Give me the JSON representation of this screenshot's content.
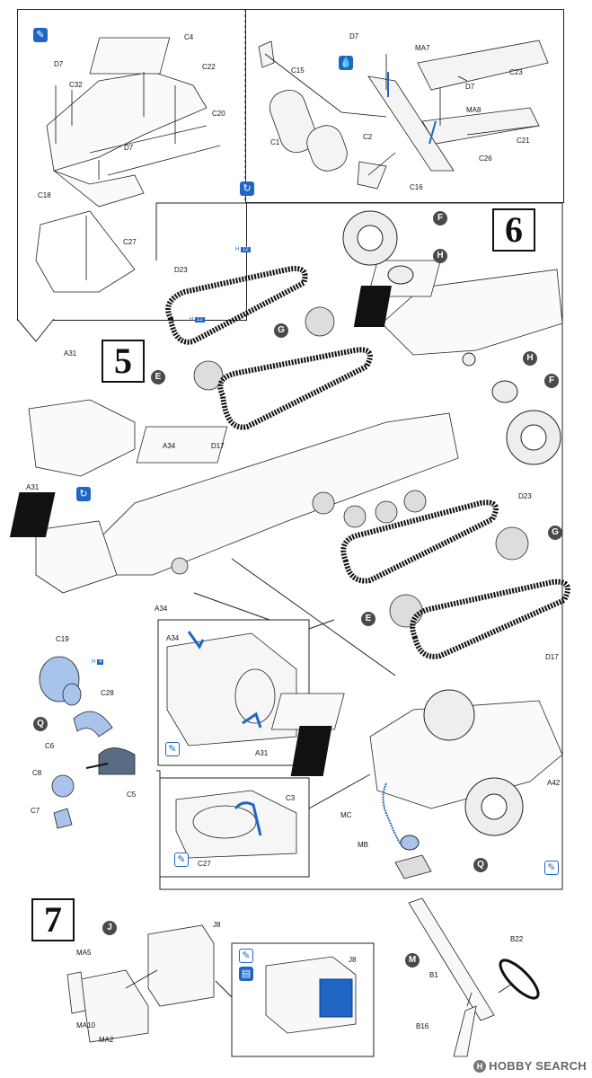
{
  "steps": {
    "s5": "5",
    "s6": "6",
    "s7": "7"
  },
  "markers": {
    "E": "E",
    "F": "F",
    "G": "G",
    "H": "H",
    "Q": "Q",
    "J": "J",
    "M": "M"
  },
  "top_left": {
    "parts": [
      "C4",
      "D7",
      "C32",
      "C22",
      "C20",
      "D7",
      "C18",
      "C27"
    ]
  },
  "top_right": {
    "parts": [
      "D7",
      "C15",
      "MA7",
      "C23",
      "D7",
      "MA8",
      "C21",
      "C1",
      "C2",
      "C26",
      "C16"
    ]
  },
  "step5": {
    "parts": [
      "D23",
      "A31",
      "A34",
      "A31",
      "A34",
      "D17",
      "D23",
      "D17"
    ],
    "tags": [
      {
        "prefix": "H",
        "num": "12"
      },
      {
        "prefix": "H",
        "num": "12"
      }
    ]
  },
  "qgroup": {
    "parts": [
      "C19",
      "C28",
      "C6",
      "C5",
      "C8",
      "C7"
    ],
    "tag": {
      "prefix": "H",
      "num": "4"
    }
  },
  "inset_a": {
    "parts": [
      "A34",
      "A31"
    ]
  },
  "inset_b": {
    "parts": [
      "C3",
      "C27"
    ]
  },
  "step6_lower": {
    "parts": [
      "A42",
      "MC",
      "MB"
    ]
  },
  "step7": {
    "parts": [
      "J8",
      "MA5",
      "MA10",
      "MA2",
      "J8",
      "B22",
      "B1",
      "B16"
    ]
  },
  "icons": {
    "paint": "paint-brush-icon",
    "glue": "glue-drop-icon",
    "flip": "flip-over-icon",
    "decal": "decal-icon"
  },
  "colors": {
    "accent": "#1f66c4",
    "marker": "#4a4a4a",
    "line": "#222222"
  },
  "watermark": {
    "icon": "H",
    "text": "HOBBY SEARCH"
  }
}
